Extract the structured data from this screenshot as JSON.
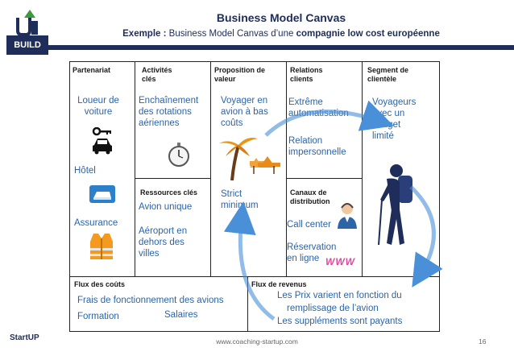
{
  "header": {
    "logo_badge": "BUILD",
    "title": "Business Model Canvas",
    "subtitle_prefix": "Exemple : ",
    "subtitle_middle": "Business Model Canvas d’une ",
    "subtitle_bold": "compagnie low cost européenne"
  },
  "canvas": {
    "partenariat": {
      "header": "Partenariat",
      "items": [
        "Loueur de",
        "voiture",
        "Hôtel",
        "Assurance"
      ]
    },
    "activites": {
      "header_line1": "Activités",
      "header_line2": "clés",
      "text_lines": [
        "Enchaînement",
        "des rotations",
        "aériennes"
      ]
    },
    "ressources": {
      "header": "Ressources clés",
      "line1": "Avion unique",
      "text_lines": [
        "Aéroport en",
        "dehors des",
        "villes"
      ]
    },
    "proposition": {
      "header_line1": "Proposition de",
      "header_line2": "valeur",
      "text_lines": [
        "Voyager en",
        "avion à bas",
        "coûts"
      ],
      "text2_lines": [
        "Strict",
        "minimum"
      ]
    },
    "relations": {
      "header_line1": "Relations",
      "header_line2": "clients",
      "text_lines": [
        "Extrême",
        "automatisation"
      ],
      "text2_lines": [
        "Relation",
        "impersonnelle"
      ]
    },
    "canaux": {
      "header_line1": "Canaux de",
      "header_line2": "distribution",
      "line1": "Call center",
      "text_lines": [
        "Réservation",
        "en ligne"
      ],
      "www": "WWW"
    },
    "segment": {
      "header_line1": "Segment de",
      "header_line2": "clientèle",
      "text_lines": [
        "Voyageurs",
        "avec un",
        "budget",
        "limité"
      ]
    },
    "couts": {
      "header": "Flux des coûts",
      "line1": "Frais de fonctionnement des avions",
      "line2a": "Formation",
      "line2b": "Salaires"
    },
    "revenus": {
      "header": "Flux de revenus",
      "line1": "Les Prix varient en fonction du",
      "line2": "remplissage de l’avion",
      "line3": "Les suppléments sont payants"
    }
  },
  "footer": {
    "url": "www.coaching-startup.com",
    "page": "16",
    "brand": "StartUP"
  },
  "colors": {
    "navy": "#1e2d59",
    "blue_text": "#2c64a8",
    "arrow_blue": "#4a90d9",
    "green": "#3a9b3a"
  }
}
